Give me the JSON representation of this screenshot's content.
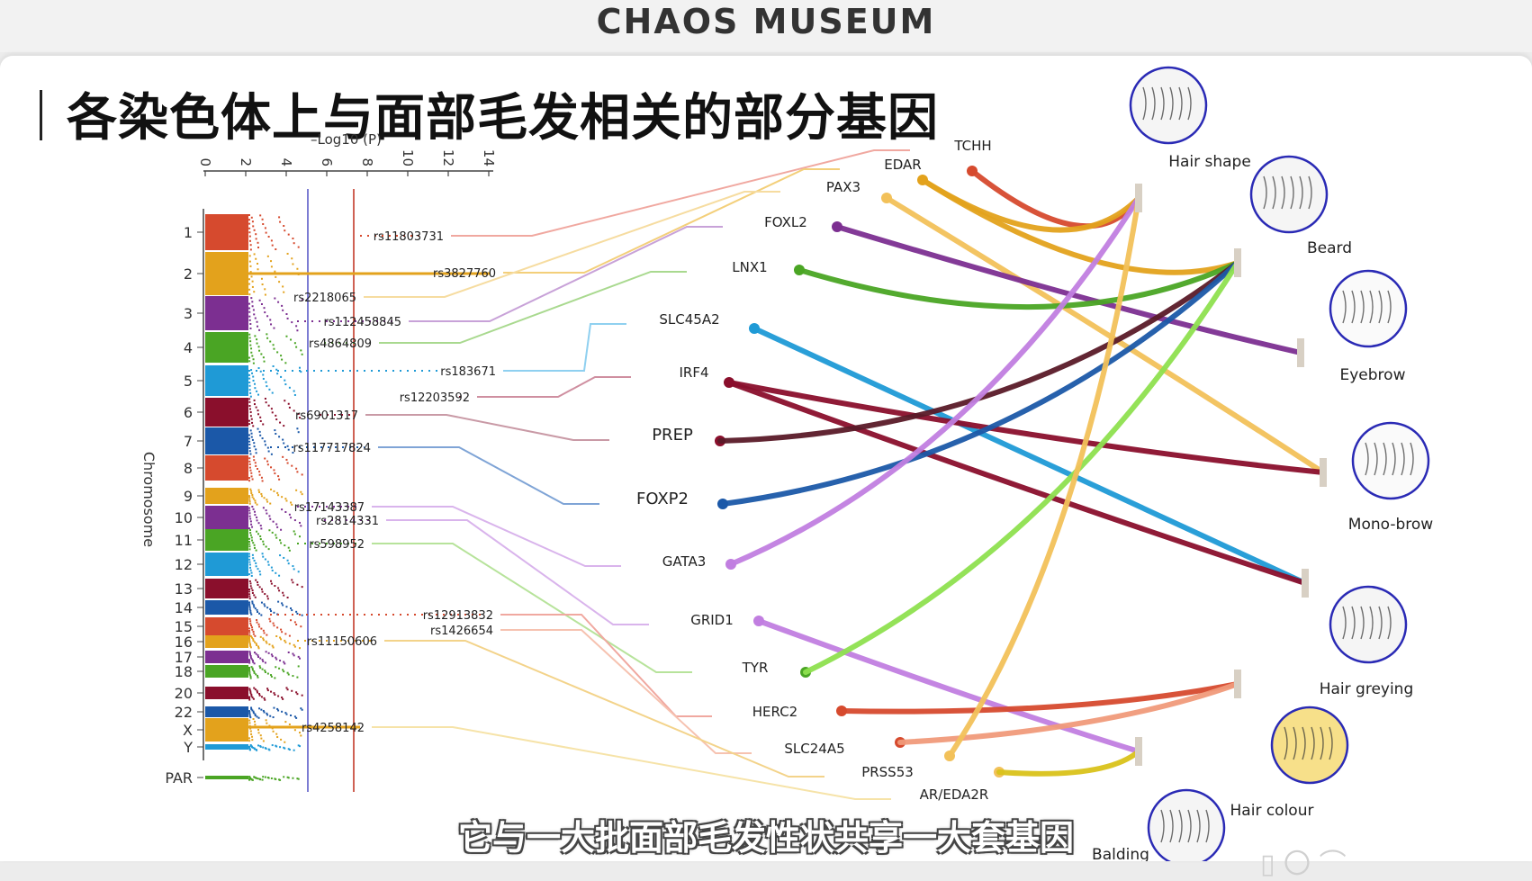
{
  "header": {
    "brand": "CHAOS MUSEUM"
  },
  "slide": {
    "title": "各染色体上与面部毛发相关的部分基因",
    "subtitle": "它与一大批面部毛发性状共享一大套基因"
  },
  "colors": {
    "red": "#d64a2e",
    "orange": "#e3a21c",
    "purple": "#7c2f91",
    "green": "#4aa524",
    "blue": "#1f9ad6",
    "maroon": "#8a0f2c",
    "darkblue": "#1b58a8",
    "lilac": "#c17ee0",
    "yellow": "#f2c15a",
    "threshold_blue": "#5b5bc8",
    "threshold_red": "#c33a2a"
  },
  "manhattan": {
    "axis_label": "–Log10 (P)",
    "y_axis_label": "Chromosome",
    "ticks": [
      "0",
      "2",
      "4",
      "6",
      "8",
      "10",
      "12",
      "14"
    ],
    "chromosomes": [
      "1",
      "2",
      "3",
      "4",
      "5",
      "6",
      "7",
      "8",
      "9",
      "10",
      "11",
      "12",
      "13",
      "14",
      "15",
      "16",
      "17",
      "18",
      "20",
      "22",
      "X",
      "Y",
      "PAR"
    ],
    "snps": [
      "rs11803731",
      "rs3827760",
      "rs2218065",
      "rs112458845",
      "rs4864809",
      "rs183671",
      "rs12203592",
      "rs6901317",
      "rs117717824",
      "rs17143387",
      "rs2814331",
      "rs598952",
      "rs12913832",
      "rs1426654",
      "rs11150606",
      "rs4258142"
    ]
  },
  "genes": [
    "TCHH",
    "EDAR",
    "PAX3",
    "FOXL2",
    "LNX1",
    "SLC45A2",
    "IRF4",
    "PREP",
    "FOXP2",
    "GATA3",
    "GRID1",
    "TYR",
    "HERC2",
    "SLC24A5",
    "PRSS53",
    "AR/EDA2R"
  ],
  "traits": [
    "Hair shape",
    "Beard",
    "Eyebrow",
    "Mono-brow",
    "Hair greying",
    "Hair colour",
    "Balding"
  ]
}
